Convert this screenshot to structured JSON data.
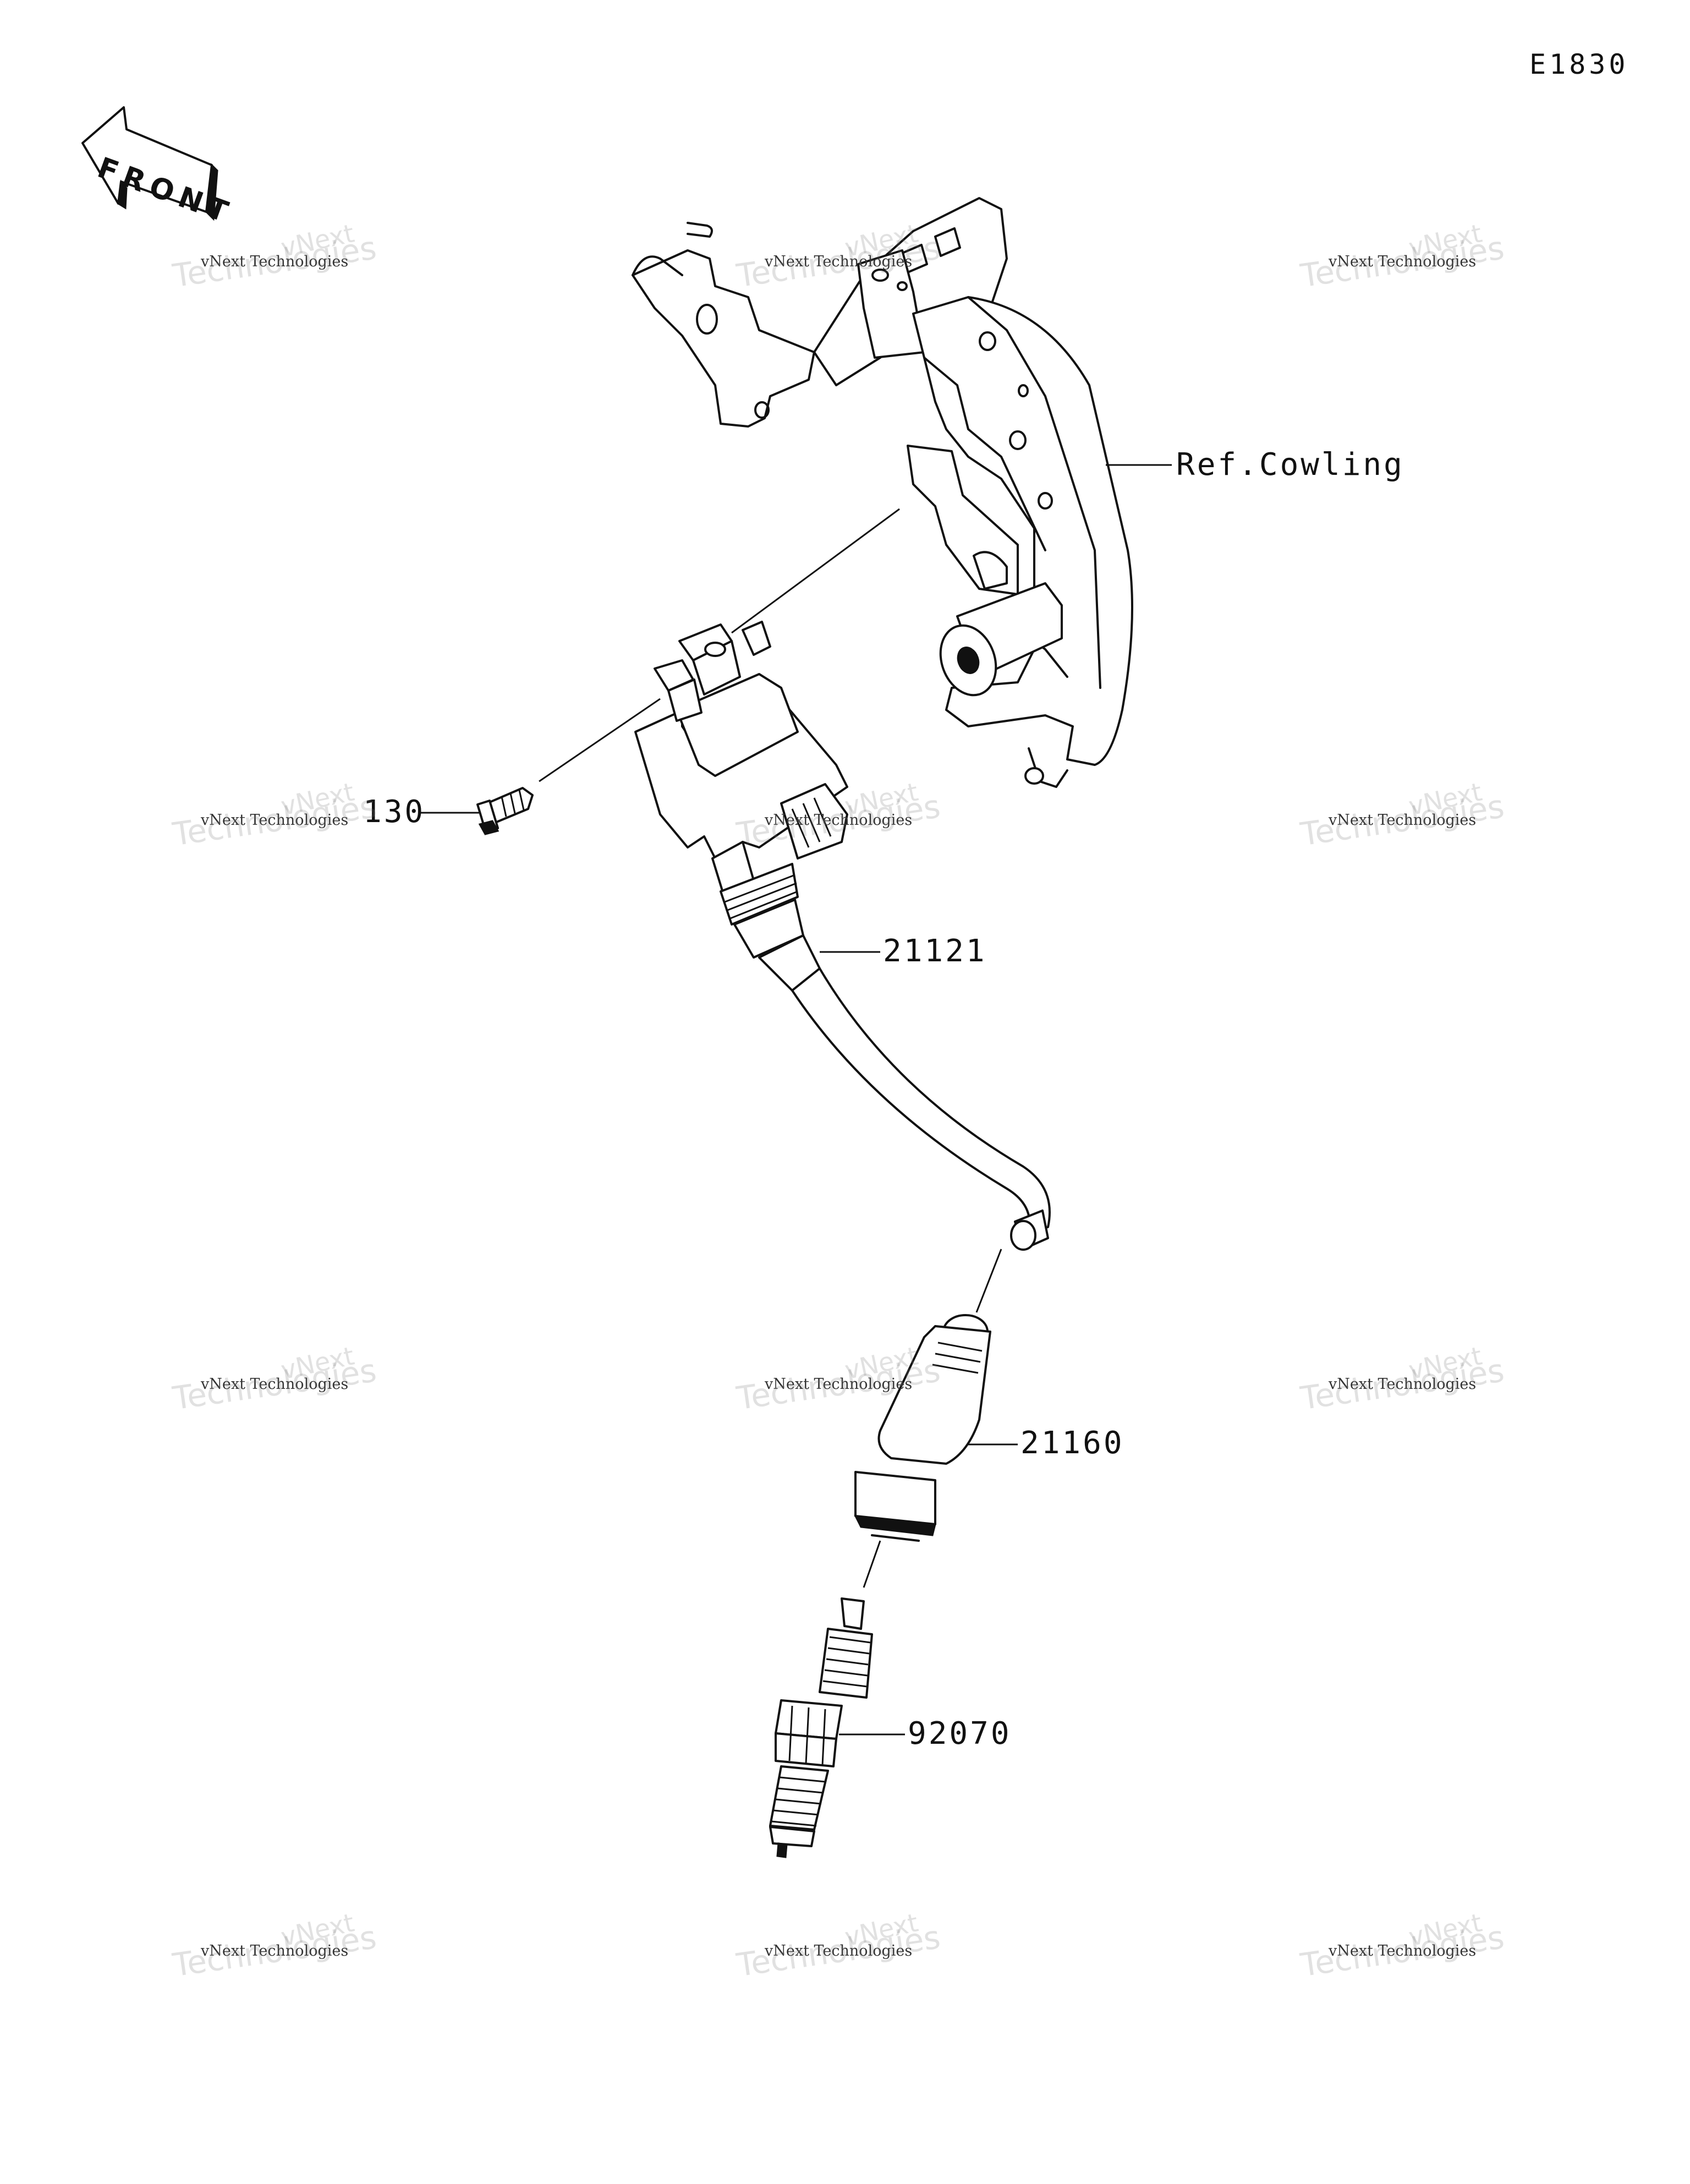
{
  "diagram": {
    "code": "E1830",
    "front_arrow": "FRONT",
    "watermark": {
      "small": "vNext Technologies",
      "big": "Technologies",
      "top": "vNext"
    },
    "callouts": [
      {
        "id": "ref-cowling",
        "text": "Ref.Cowling"
      },
      {
        "id": "130",
        "text": "130"
      },
      {
        "id": "21121",
        "text": "21121"
      },
      {
        "id": "21160",
        "text": "21160"
      },
      {
        "id": "92070",
        "text": "92070"
      }
    ]
  }
}
